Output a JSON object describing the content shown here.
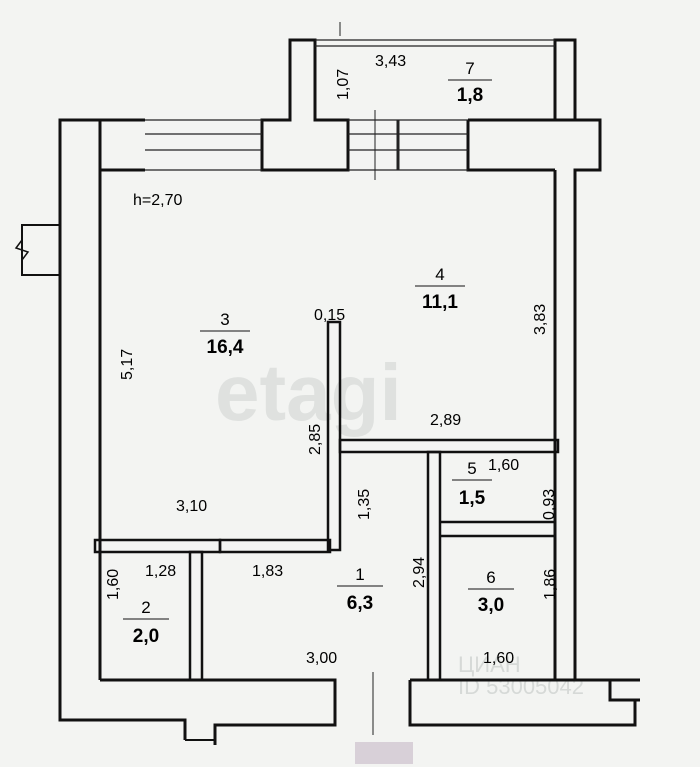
{
  "plan": {
    "ceiling_height": "h=2,70",
    "rooms": [
      {
        "id": "1",
        "area": "6,3"
      },
      {
        "id": "2",
        "area": "2,0"
      },
      {
        "id": "3",
        "area": "16,4"
      },
      {
        "id": "4",
        "area": "11,1"
      },
      {
        "id": "5",
        "area": "1,5"
      },
      {
        "id": "6",
        "area": "3,0"
      },
      {
        "id": "7",
        "area": "1,8"
      }
    ],
    "dimensions": {
      "balcony_width": "3,43",
      "balcony_depth": "1,07",
      "room3_height": "5,17",
      "room4_height": "3,83",
      "partition_thickness": "0,15",
      "partition_length": "2,85",
      "room4_width": "2,89",
      "room3_width": "3,10",
      "room5_width": "1,60",
      "room5_height": "0,93",
      "corridor_depth": "1,35",
      "room2_height": "1,60",
      "room2_width": "1,28",
      "corridor_width": "1,83",
      "room1_height": "2,94",
      "room6_height": "1,86",
      "room1_width": "3,00",
      "room6_width": "1,60"
    }
  },
  "watermark": {
    "brand": "etagi",
    "source": "ЦИАН",
    "listing_id": "ID 53005042"
  }
}
